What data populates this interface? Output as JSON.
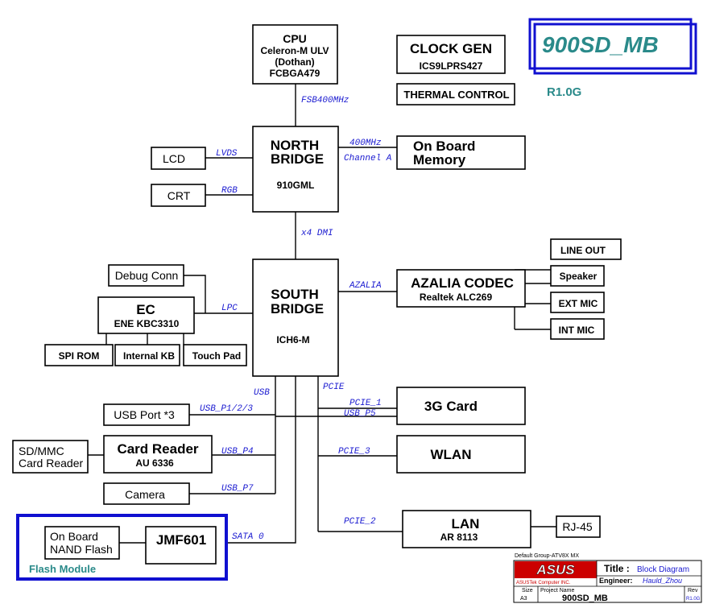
{
  "board_title": "900SD_MB",
  "revision": "R1.0G",
  "blocks": {
    "cpu": {
      "title": "CPU",
      "line1": "Celeron-M ULV",
      "line2": "(Dothan)",
      "line3": "FCBGA479"
    },
    "clock_gen": {
      "title": "CLOCK GEN",
      "sub": "ICS9LPRS427"
    },
    "thermal": "THERMAL CONTROL",
    "north_bridge": {
      "line1": "NORTH",
      "line2": "BRIDGE",
      "sub": "910GML"
    },
    "memory": {
      "line1": "On Board",
      "line2": "Memory"
    },
    "lcd": "LCD",
    "crt": "CRT",
    "south_bridge": {
      "line1": "SOUTH",
      "line2": "BRIDGE",
      "sub": "ICH6-M"
    },
    "debug": "Debug Conn",
    "ec": {
      "title": "EC",
      "sub": "ENE KBC3310"
    },
    "spi_rom": "SPI ROM",
    "internal_kb": "Internal KB",
    "touch_pad": "Touch Pad",
    "codec": {
      "title": "AZALIA CODEC",
      "sub": "Realtek ALC269"
    },
    "line_out": "LINE OUT",
    "speaker": "Speaker",
    "ext_mic": "EXT MIC",
    "int_mic": "INT MIC",
    "usb_port": "USB Port *3",
    "sd_mmc": {
      "line1": "SD/MMC",
      "line2": "Card Reader"
    },
    "card_reader": {
      "title": "Card Reader",
      "sub": "AU 6336"
    },
    "camera": "Camera",
    "card_3g": "3G Card",
    "wlan": "WLAN",
    "lan": {
      "title": "LAN",
      "sub": "AR 8113"
    },
    "rj45": "RJ-45",
    "nand": {
      "line1": "On Board",
      "line2": "NAND Flash"
    },
    "jmf": "JMF601",
    "flash_module": "Flash Module"
  },
  "signals": {
    "fsb": "FSB400MHz",
    "mem_freq": "400MHz",
    "mem_channel": "Channel A",
    "lvds": "LVDS",
    "rgb": "RGB",
    "dmi": "x4 DMI",
    "lpc": "LPC",
    "azalia": "AZALIA",
    "usb": "USB",
    "pcie": "PCIE",
    "usb_p123": "USB_P1/2/3",
    "pcie1": "PCIE_1",
    "usb_p5": "USB_P5",
    "usb_p4": "USB_P4",
    "pcie3": "PCIE_3",
    "usb_p7": "USB_P7",
    "pcie2": "PCIE_2",
    "sata": "SATA 0"
  },
  "title_block": {
    "group": "Default Group-ATV8X MX",
    "logo": "ASUS",
    "company": "ASUSTek Computer INC.",
    "title_label": "Title :",
    "title_value": "Block Diagram",
    "engineer_label": "Engineer:",
    "engineer_value": "Hauld_Zhou",
    "size_label": "Size",
    "size_value": "A3",
    "project_label": "Project Name",
    "project_value": "900SD_MB",
    "rev_label": "Rev",
    "rev_value": "R1.0G"
  },
  "colors": {
    "accent_blue": "#1010d0",
    "teal": "#2a8a8a",
    "signal_blue": "#1a1ad0",
    "asus_red": "#cc0000"
  }
}
